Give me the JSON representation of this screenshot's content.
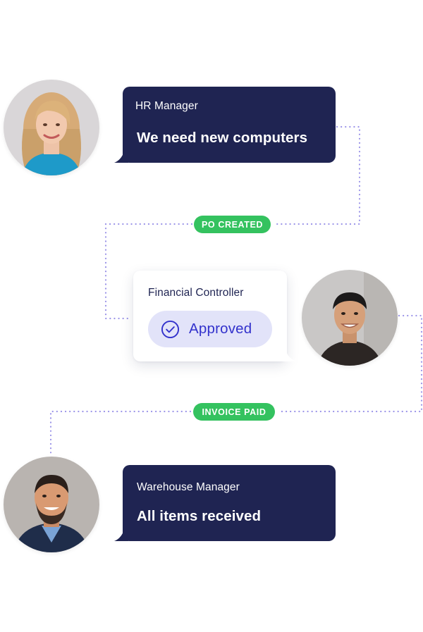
{
  "steps": {
    "hr": {
      "role": "HR Manager",
      "message": "We need new computers"
    },
    "controller": {
      "role": "Financial Controller",
      "status": "Approved",
      "status_icon": "check-circle-icon"
    },
    "warehouse": {
      "role": "Warehouse Manager",
      "message": "All items received"
    }
  },
  "badges": {
    "po_created": "PO CREATED",
    "invoice_paid": "INVOICE PAID"
  },
  "colors": {
    "bubble_bg": "#1f2452",
    "badge_green": "#34c25f",
    "connector_dots": "#9b94e8",
    "approved_bg": "#e2e3f9",
    "approved_text": "#3332cc"
  }
}
